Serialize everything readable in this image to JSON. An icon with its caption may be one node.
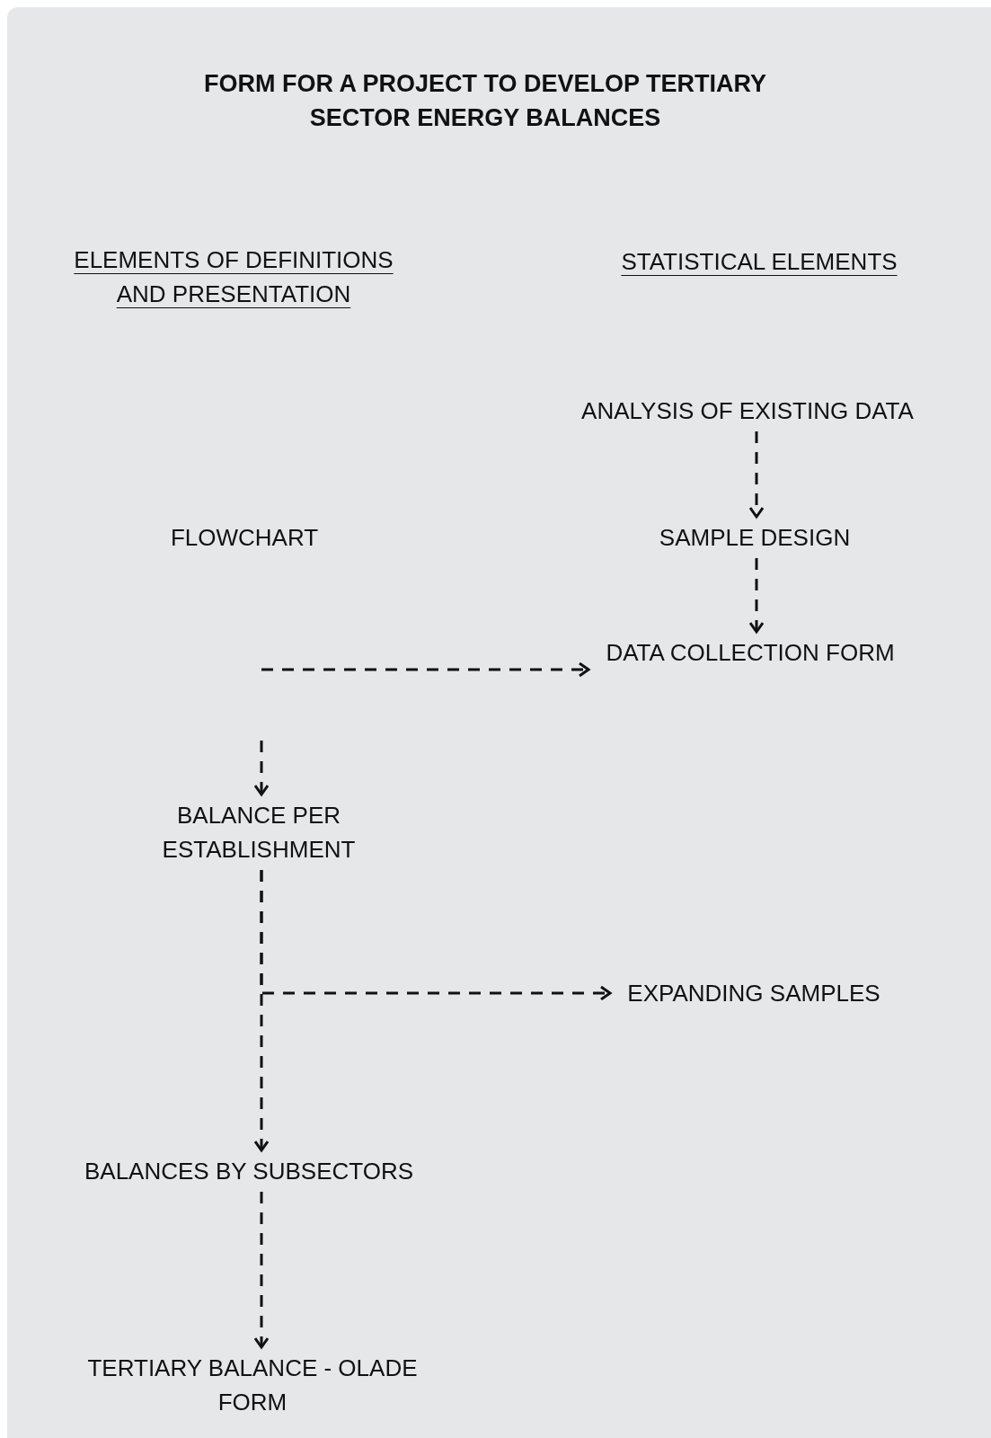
{
  "diagram": {
    "title": "FORM FOR A PROJECT TO DEVELOP TERTIARY SECTOR ENERGY BALANCES",
    "nodes": [
      {
        "text": [
          "ANALYSIS OF EXISTING DATA"
        ]
      },
      {
        "text": [
          "SAMPLE DESIGN"
        ]
      },
      {
        "text": [
          "DATA COLLECTION FORM"
        ]
      },
      {
        "text": [
          "FLOWCHART"
        ]
      },
      {
        "text": [
          "BALANCE PER ESTABLISHMENT"
        ]
      },
      {
        "text": [
          "EXPANDING SAMPLES"
        ]
      },
      {
        "text": [
          "BALANCES BY SUBSECTORS"
        ]
      },
      {
        "text": [
          "TERTIARY BALANCE - OLADE FORM"
        ]
      }
    ],
    "edges": [
      {
        "from": 0,
        "to": 1,
        "arrow": "to",
        "style": "dashed"
      },
      {
        "from": 1,
        "to": 2,
        "arrow": "to",
        "style": "dashed"
      },
      {
        "from": null,
        "to": 2,
        "arrow": "to",
        "style": "dashed"
      },
      {
        "from": null,
        "to": 4,
        "arrow": "to",
        "style": "dashed"
      },
      {
        "from": 4,
        "to": 6,
        "arrow": "to",
        "style": "dashed"
      },
      {
        "from": 4,
        "to": 5,
        "arrow": "to",
        "style": "dashed"
      },
      {
        "from": 6,
        "to": 7,
        "arrow": "to",
        "style": "dashed"
      }
    ],
    "labels": [
      "ELEMENTS OF DEFINITIONS AND PRESENTATION",
      "STATISTICAL ELEMENTS"
    ]
  }
}
